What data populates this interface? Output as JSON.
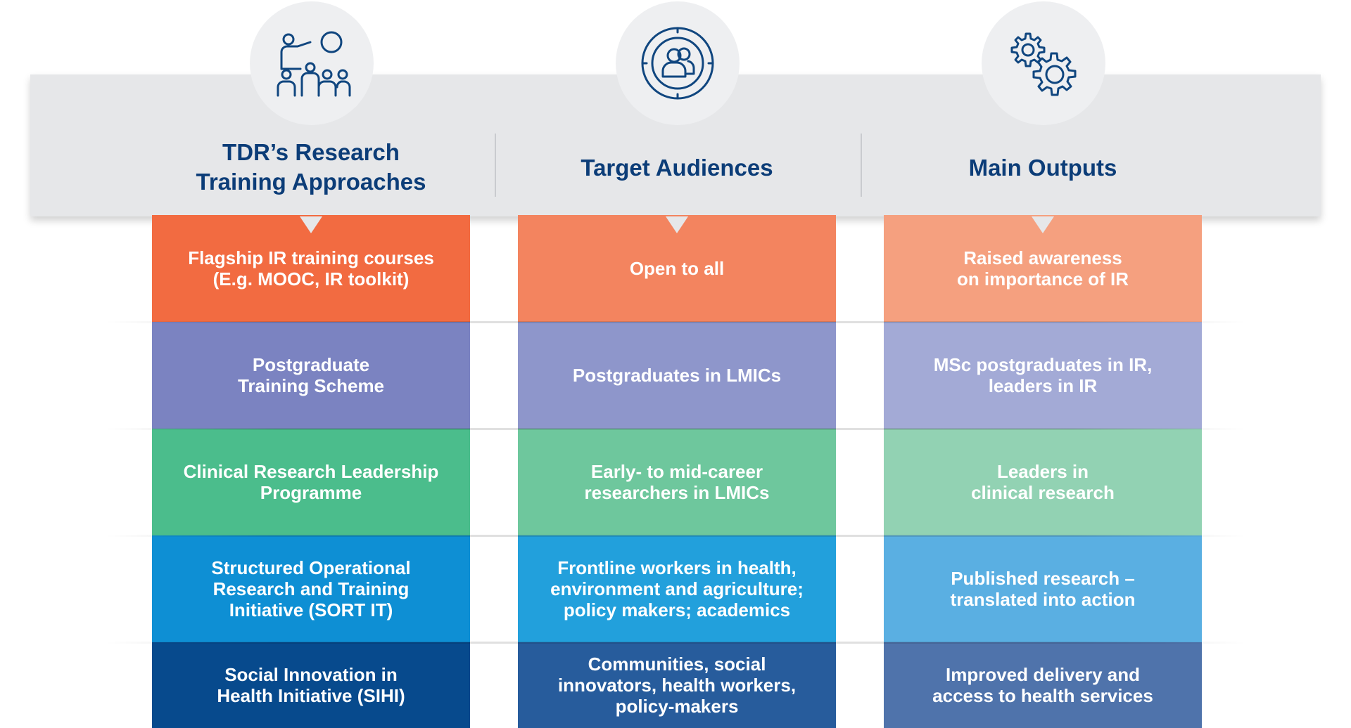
{
  "columns": [
    {
      "id": "approaches",
      "icon": "presentation-audience-icon",
      "title_lines": [
        "TDR’s Research",
        "Training Approaches"
      ],
      "cells": [
        {
          "lines": [
            "Flagship IR training courses",
            "(E.g. MOOC, IR toolkit)"
          ],
          "color": "#f26b41"
        },
        {
          "lines": [
            "Postgraduate",
            "Training Scheme"
          ],
          "color": "#7b83c1"
        },
        {
          "lines": [
            "Clinical Research Leadership",
            "Programme"
          ],
          "color": "#4bbd8c"
        },
        {
          "lines": [
            "Structured Operational",
            "Research and Training",
            "Initiative (SORT IT)"
          ],
          "color": "#0e8fd4"
        },
        {
          "lines": [
            "Social Innovation in",
            "Health Initiative (SIHI)"
          ],
          "color": "#074a8d"
        }
      ]
    },
    {
      "id": "audiences",
      "icon": "people-target-icon",
      "title_lines": [
        "Target Audiences"
      ],
      "cells": [
        {
          "lines": [
            "Open to all"
          ],
          "color": "#f3845f"
        },
        {
          "lines": [
            "Postgraduates in LMICs"
          ],
          "color": "#8e96cb"
        },
        {
          "lines": [
            "Early- to mid-career",
            "researchers in LMICs"
          ],
          "color": "#6ec79d"
        },
        {
          "lines": [
            "Frontline workers in health,",
            "environment and agriculture;",
            "policy makers; academics"
          ],
          "color": "#22a0dc"
        },
        {
          "lines": [
            "Communities, social",
            "innovators, health workers,",
            "policy-makers"
          ],
          "color": "#275c9c"
        }
      ]
    },
    {
      "id": "outputs",
      "icon": "gears-icon",
      "title_lines": [
        "Main Outputs"
      ],
      "cells": [
        {
          "lines": [
            "Raised awareness",
            "on importance of IR"
          ],
          "color": "#f5a07f"
        },
        {
          "lines": [
            "MSc postgraduates in IR,",
            "leaders in IR"
          ],
          "color": "#a3aad6"
        },
        {
          "lines": [
            "Leaders in",
            "clinical research"
          ],
          "color": "#92d2b3"
        },
        {
          "lines": [
            "Published research –",
            "translated into action"
          ],
          "color": "#5aafe2"
        },
        {
          "lines": [
            "Improved delivery and",
            "access to health services"
          ],
          "color": "#4f73ab"
        }
      ]
    }
  ],
  "icon_color": "#10467f"
}
